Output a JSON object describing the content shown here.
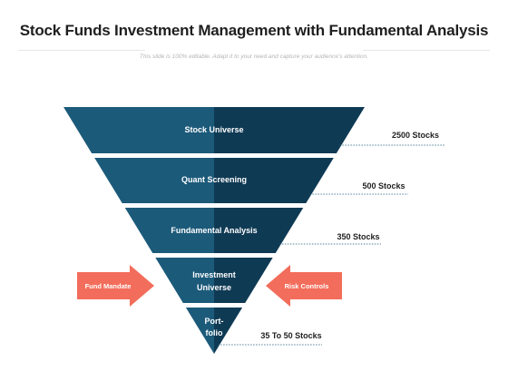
{
  "header": {
    "title": "Stock Funds Investment Management with Fundamental Analysis",
    "subtitle": "This slide is 100% editable. Adapt it to your need and capture your audience's attention."
  },
  "funnel": {
    "colors": {
      "light": "#1c5a7a",
      "dark": "#0f3a54",
      "accent": "#f26d5b",
      "leader": "#1c5a7a"
    },
    "stages": [
      {
        "label": [
          "Stock Universe"
        ],
        "count": "2500 Stocks"
      },
      {
        "label": [
          "Quant Screening"
        ],
        "count": "500 Stocks"
      },
      {
        "label": [
          "Fundamental Analysis"
        ],
        "count": "350 Stocks"
      },
      {
        "label": [
          "Investment",
          "Universe"
        ],
        "count": ""
      },
      {
        "label": [
          "Port-",
          "folio"
        ],
        "count": "35 To 50 Stocks"
      }
    ],
    "side_arrows": [
      {
        "label": "Fund Mandate",
        "direction": "right"
      },
      {
        "label": "Risk Controls",
        "direction": "left"
      }
    ]
  }
}
